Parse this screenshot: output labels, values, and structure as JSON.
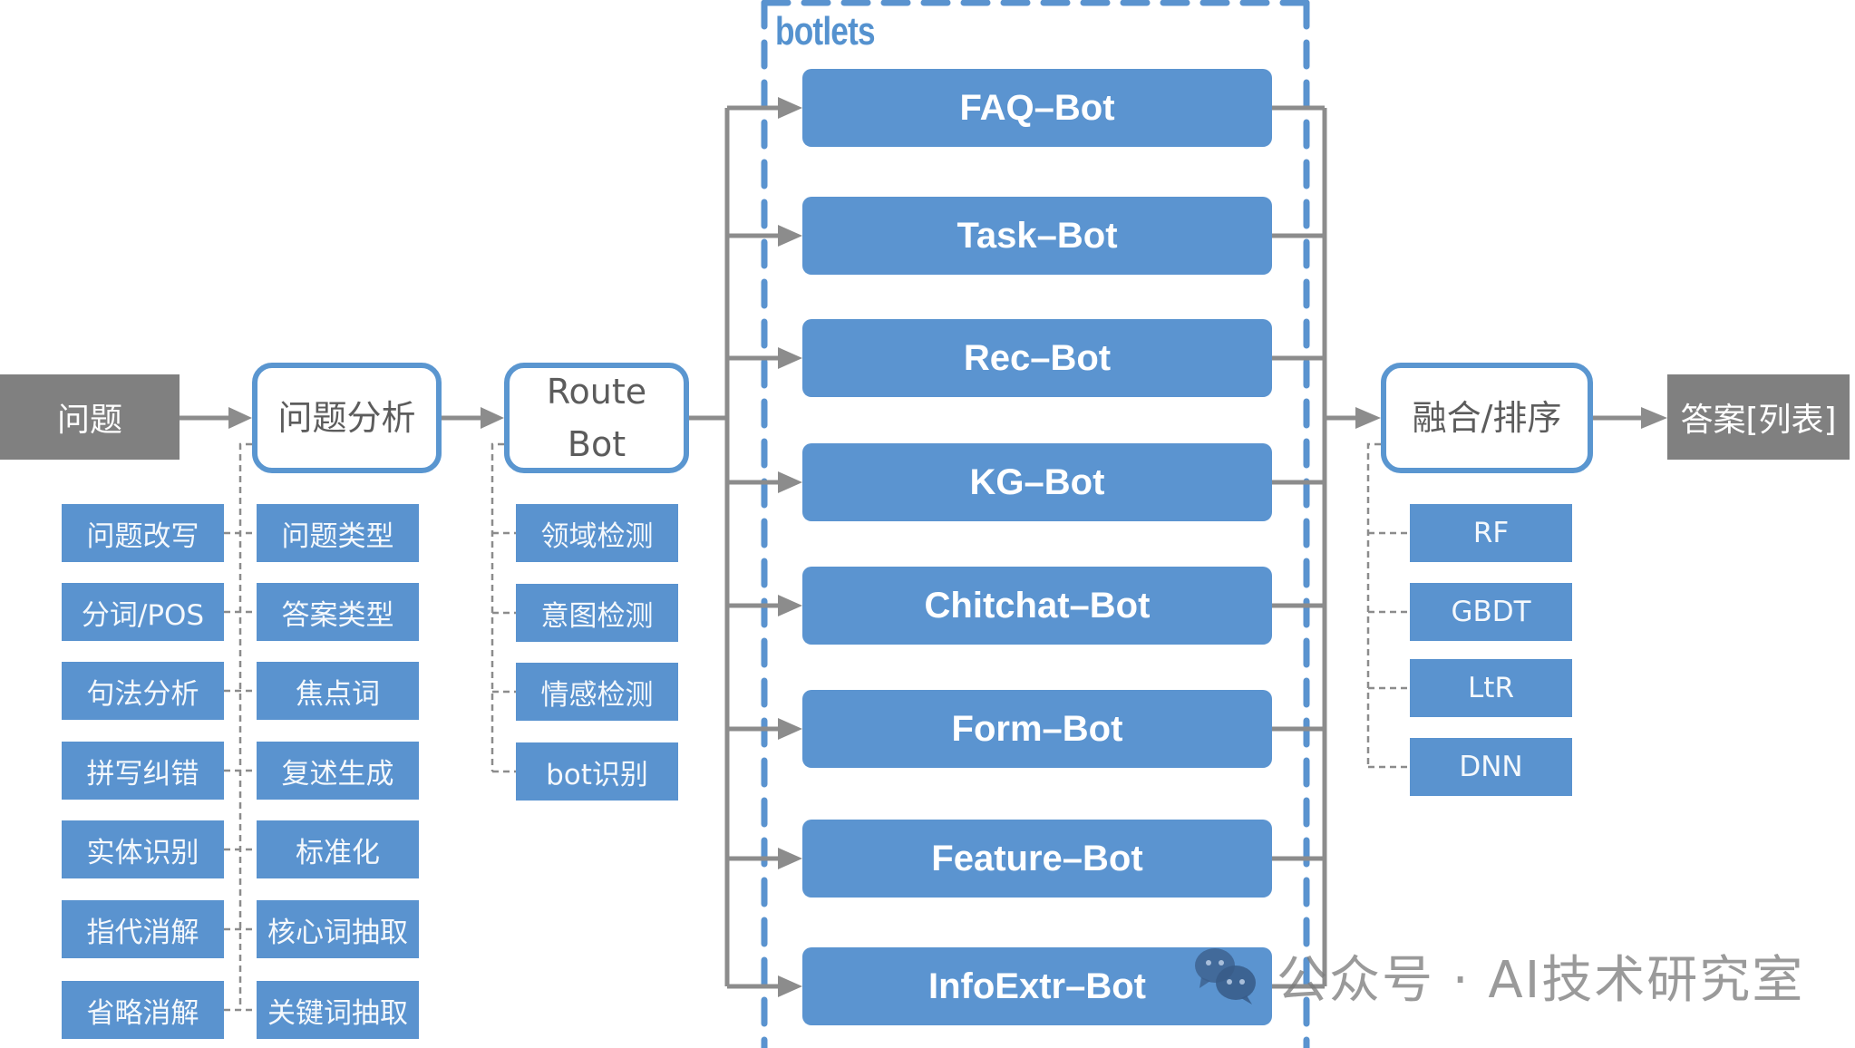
{
  "diagram": {
    "input_label": "问题",
    "analysis": {
      "label": "问题分析",
      "left_items": [
        "问题改写",
        "分词/POS",
        "句法分析",
        "拼写纠错",
        "实体识别",
        "指代消解",
        "省略消解"
      ],
      "right_items": [
        "问题类型",
        "答案类型",
        "焦点词",
        "复述生成",
        "标准化",
        "核心词抽取",
        "关键词抽取"
      ]
    },
    "route": {
      "label_line1": "Route",
      "label_line2": "Bot",
      "items": [
        "领域检测",
        "意图检测",
        "情感检测",
        "bot识别"
      ]
    },
    "botlets": {
      "title": "botlets",
      "bots": [
        "FAQ–Bot",
        "Task–Bot",
        "Rec–Bot",
        "KG–Bot",
        "Chitchat–Bot",
        "Form–Bot",
        "Feature–Bot",
        "InfoExtr–Bot"
      ]
    },
    "fusion": {
      "label": "融合/排序",
      "items": [
        "RF",
        "GBDT",
        "LtR",
        "DNN"
      ]
    },
    "output_label": "答案[列表]"
  },
  "watermark": {
    "icon": "wechat-icon",
    "text": "公众号 · AI技术研究室"
  },
  "colors": {
    "accent_blue": "#5a93cf",
    "node_gray": "#808080",
    "connector_gray": "#8c8c8c"
  }
}
